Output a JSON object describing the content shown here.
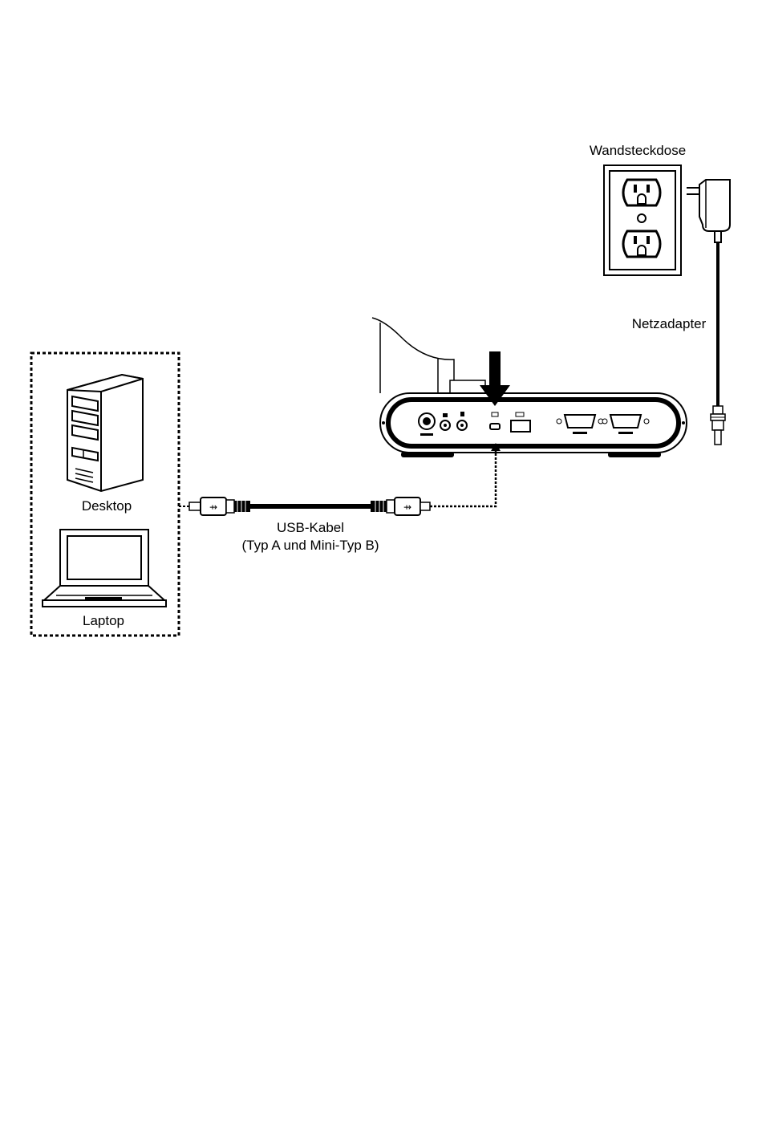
{
  "labels": {
    "wall_outlet": "Wandsteckdose",
    "power_adapter": "Netzadapter",
    "desktop": "Desktop",
    "laptop": "Laptop",
    "usb_cable_line1": "USB-Kabel",
    "usb_cable_line2": "(Typ A und Mini-Typ B)"
  }
}
